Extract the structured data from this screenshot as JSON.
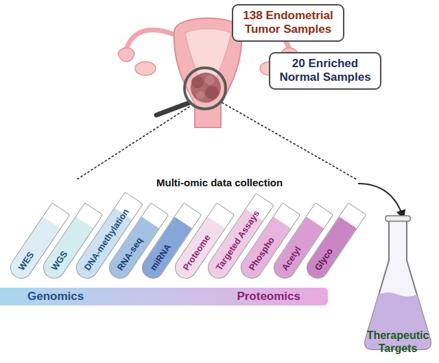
{
  "diagram": {
    "nodes": [
      {
        "text": [
          "138 Endometrial Tumor Samples"
        ]
      },
      {
        "text": [
          "20 Enriched Normal Samples"
        ]
      },
      {
        "text": [
          "WES"
        ]
      },
      {
        "text": [
          "WGS"
        ]
      },
      {
        "text": [
          "DNA-methylation"
        ]
      },
      {
        "text": [
          "RNA-seq"
        ]
      },
      {
        "text": [
          "miRNA"
        ]
      },
      {
        "text": [
          "Proteome"
        ]
      },
      {
        "text": [
          "Targeted Assays"
        ]
      },
      {
        "text": [
          "Phospho"
        ]
      },
      {
        "text": [
          "Acetyl"
        ]
      },
      {
        "text": [
          "Glyco"
        ]
      },
      {
        "text": [
          "Genomics",
          "Proteomics"
        ]
      },
      {
        "text": [
          "Therapeutic Targets"
        ]
      }
    ],
    "labels": [
      "Multi-omic data collection"
    ]
  }
}
